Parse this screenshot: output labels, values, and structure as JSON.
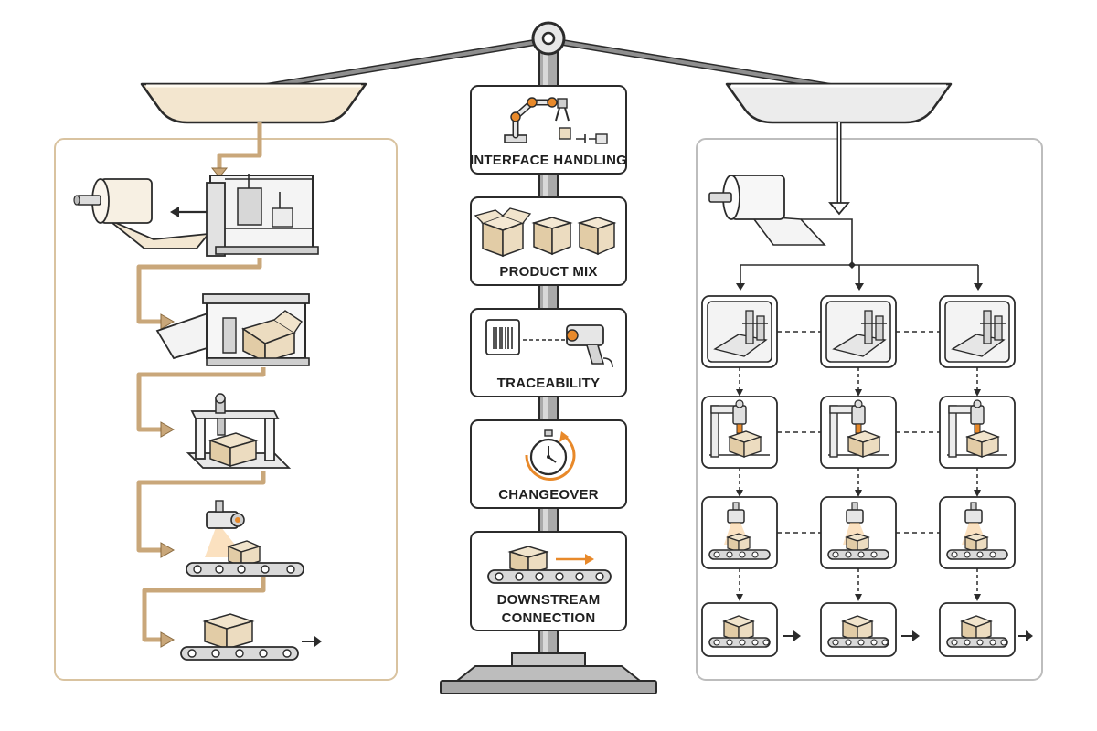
{
  "criteria": [
    {
      "id": "interface",
      "label": "INTERFACE HANDLING",
      "icon": "robot-arm-gripper-icon"
    },
    {
      "id": "product-mix",
      "label": "PRODUCT MIX",
      "icon": "boxes-icon"
    },
    {
      "id": "traceability",
      "label": "TRACEABILITY",
      "icon": "barcode-scanner-icon"
    },
    {
      "id": "changeover",
      "label": "CHANGEOVER",
      "icon": "stopwatch-cycle-icon"
    },
    {
      "id": "downstream",
      "label_lines": [
        "DOWNSTREAM",
        "CONNECTION"
      ],
      "icon": "conveyor-box-arrow-icon"
    }
  ],
  "left_panel": {
    "concept": "single integrated line",
    "stages": [
      "film-roll-former",
      "case-erector",
      "top-loader",
      "vision-inspection",
      "output-conveyor"
    ],
    "accent_color": "#c9a77a",
    "pan_color": "#f3e6cf"
  },
  "right_panel": {
    "concept": "parallel modular lines",
    "columns": 3,
    "stages": [
      "erector-module",
      "loader-module",
      "inspection-module",
      "conveyor-module"
    ],
    "border_color": "#bdbdbd",
    "pan_color": "#ececec"
  },
  "colors": {
    "accent_orange": "#e8892a",
    "outline": "#2b2b2b",
    "cardboard": "#ecdcc0",
    "pole": "#9a9a9a"
  }
}
